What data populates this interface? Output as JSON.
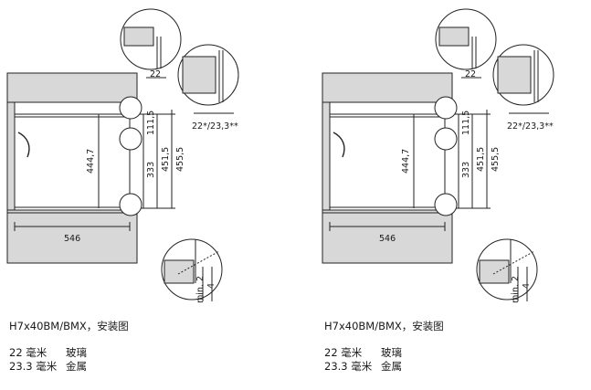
{
  "panels": [
    {
      "caption": "H7x40BM/BMX，安装图",
      "materials": [
        {
          "thickness": "22 毫米",
          "material": "玻璃"
        },
        {
          "thickness": "23.3 毫米",
          "material": "金属"
        }
      ],
      "dimensions": {
        "top_gap": "22",
        "side_gap": "22*/23,3**",
        "width": "546",
        "d1": "444,7",
        "d2": "111,5",
        "d3": "333",
        "d4": "451,5",
        "d5": "455,5",
        "min": "min. 2",
        "bottom": "4"
      }
    },
    {
      "caption": "H7x40BM/BMX，安装图",
      "materials": [
        {
          "thickness": "22 毫米",
          "material": "玻璃"
        },
        {
          "thickness": "23.3 毫米",
          "material": "金属"
        }
      ],
      "dimensions": {
        "top_gap": "22",
        "side_gap": "22*/23,3**",
        "width": "546",
        "d1": "444,7",
        "d2": "111,5",
        "d3": "333",
        "d4": "451,5",
        "d5": "455,5",
        "min": "min. 2",
        "bottom": "4"
      }
    }
  ]
}
